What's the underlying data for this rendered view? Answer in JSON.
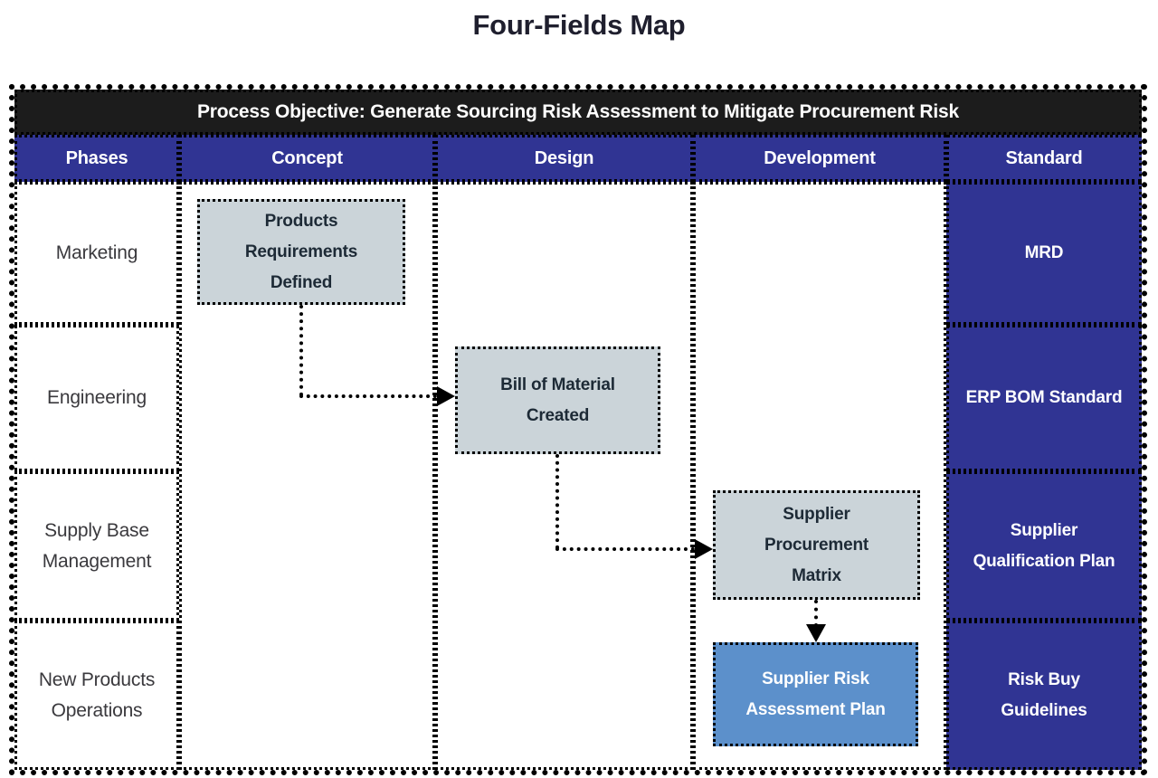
{
  "page": {
    "title": "Four-Fields Map"
  },
  "objective_bar": {
    "text": "Process Objective: Generate Sourcing Risk Assessment to Mitigate Procurement Risk"
  },
  "columns": [
    {
      "label": "Phases"
    },
    {
      "label": "Concept"
    },
    {
      "label": "Design"
    },
    {
      "label": "Development"
    },
    {
      "label": "Standard"
    }
  ],
  "phase_rows": [
    {
      "label": "Marketing"
    },
    {
      "label": "Engineering"
    },
    {
      "label": "Supply Base\nManagement"
    },
    {
      "label": "New Products\nOperations"
    }
  ],
  "standard_cells": [
    {
      "label": "MRD"
    },
    {
      "label": "ERP BOM Standard"
    },
    {
      "label": "Supplier\nQualification Plan"
    },
    {
      "label": "Risk Buy\nGuidelines"
    }
  ],
  "process_boxes": [
    {
      "label": "Products\nRequirements\nDefined",
      "phase": "Marketing",
      "stage": "Concept",
      "variant": "light"
    },
    {
      "label": "Bill of Material\nCreated",
      "phase": "Engineering",
      "stage": "Design",
      "variant": "light"
    },
    {
      "label": "Supplier\nProcurement\nMatrix",
      "phase": "Supply Base Management",
      "stage": "Development",
      "variant": "light"
    },
    {
      "label": "Supplier Risk\nAssessment Plan",
      "phase": "New Products Operations",
      "stage": "Development",
      "variant": "blue"
    }
  ],
  "colors": {
    "navy": "#303493",
    "bar_black": "#1c1c1c",
    "box_light": "#cbd4d9",
    "box_blue": "#5c90cb",
    "ink": "#000000"
  }
}
